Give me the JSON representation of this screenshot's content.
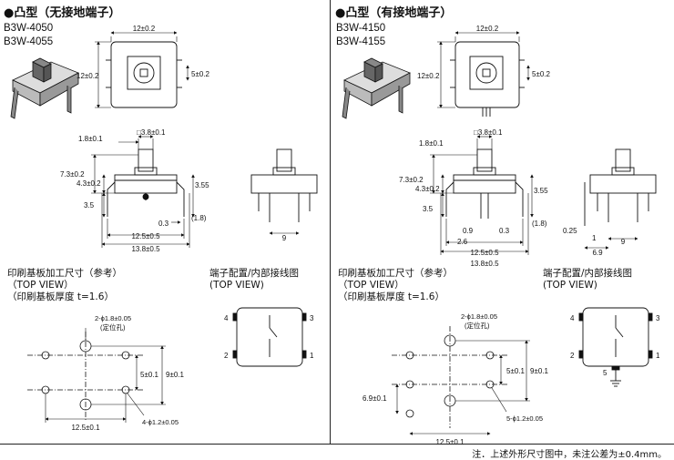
{
  "left": {
    "title": "●凸型（无接地端子）",
    "models": [
      "B3W-4050",
      "B3W-4055"
    ],
    "pcb_title": "印刷基板加工尺寸（参考）",
    "pcb_view": "（TOP VIEW）",
    "pcb_thick": "（印刷基板厚度 t=1.6）",
    "term_title": "端子配置/内部接线图",
    "term_view": "(TOP VIEW)",
    "dims": {
      "top_w": "12±0.2",
      "top_h": "12±0.2",
      "top_5": "5±0.2",
      "btn": "□3.8±0.1",
      "d18": "1.8±0.1",
      "d73": "7.3±0.2",
      "d43": "4.3±0.2",
      "d355": "3.55",
      "d35": "3.5",
      "d03": "0.3",
      "d18b": "(1.8)",
      "d125": "12.5±0.5",
      "d138": "13.8±0.5",
      "d9": "9",
      "hole2": "2-ϕ1.8±0.05",
      "hole2b": "(定位孔)",
      "p5": "5±0.1",
      "p9": "9±0.1",
      "p125": "12.5±0.1",
      "hole4": "4-ϕ1.2±0.05"
    },
    "pins": [
      "4",
      "3",
      "2",
      "1"
    ]
  },
  "right": {
    "title": "●凸型（有接地端子）",
    "models": [
      "B3W-4150",
      "B3W-4155"
    ],
    "pcb_title": "印刷基板加工尺寸（参考）",
    "pcb_view": "（TOP VIEW）",
    "pcb_thick": "（印刷基板厚度 t=1.6）",
    "term_title": "端子配置/内部接线图",
    "term_view": "(TOP VIEW)",
    "dims": {
      "top_w": "12±0.2",
      "top_h": "12±0.2",
      "top_5": "5±0.2",
      "btn": "□3.8±0.1",
      "d18": "1.8±0.1",
      "d73": "7.3±0.2",
      "d43": "4.3±0.2",
      "d355": "3.55",
      "d35": "3.5",
      "d09": "0.9",
      "d26": "2.6",
      "d03": "0.3",
      "d18b": "(1.8)",
      "d125": "12.5±0.5",
      "d138": "13.8±0.5",
      "d025": "0.25",
      "d69": "6.9",
      "d1": "1",
      "d9": "9",
      "hole2": "2-ϕ1.8±0.05",
      "hole2b": "(定位孔)",
      "p5": "5±0.1",
      "p9": "9±0.1",
      "p69": "6.9±0.1",
      "p125": "12.5±0.1",
      "hole5": "5-ϕ1.2±0.05"
    },
    "pins": [
      "4",
      "3",
      "2",
      "1",
      "5"
    ]
  },
  "note": "注．上述外形尺寸图中，未注公差为±0.4mm。"
}
